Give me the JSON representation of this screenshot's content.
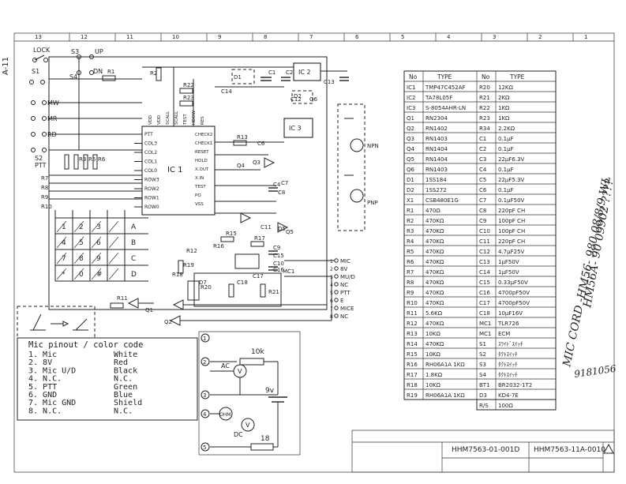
{
  "sheet": {
    "side_label": "A-11",
    "column_numbers": [
      "13",
      "12",
      "11",
      "10",
      "9",
      "8",
      "7",
      "6",
      "5",
      "4",
      "3",
      "2",
      "1"
    ],
    "drawing_numbers": [
      "HHM7563-01-001D",
      "HHM7563-11A-0010"
    ],
    "approval_note_1": "MIC CORD -HM56- 980 08/8/9 WL",
    "approval_note_2": "HM56A- 90 09902 ????",
    "stamp_number": "9181056",
    "warning_symbol": "triangle"
  },
  "schematic": {
    "switches": [
      "LOCK",
      "S3",
      "UP",
      "S4",
      "DN",
      "S1",
      "MW",
      "MR",
      "RD",
      "S2",
      "PTT"
    ],
    "resistors": [
      "R1",
      "R2",
      "R3",
      "R5",
      "R6",
      "R7",
      "R8",
      "R9",
      "R10",
      "R11",
      "R12",
      "R13",
      "R15",
      "R16",
      "R17",
      "R18",
      "R19",
      "R20",
      "R21",
      "R22",
      "R23"
    ],
    "capacitors": [
      "C1",
      "C2",
      "C4",
      "C6",
      "C7",
      "C8",
      "C9",
      "C10",
      "C11",
      "C12",
      "C13",
      "C14",
      "C15",
      "C16",
      "C17",
      "C18"
    ],
    "ics": [
      "IC 1",
      "IC 2",
      "IC 3"
    ],
    "transistors": [
      "Q1",
      "Q2",
      "Q3",
      "Q4",
      "Q5",
      "Q6"
    ],
    "diodes": [
      "D1",
      "D2",
      "D5",
      "D7"
    ],
    "mic_label": "MC1",
    "ic1_pins_left": [
      "PTT",
      "COL3",
      "COL2",
      "COL1",
      "COL0",
      "ROW3",
      "ROW2",
      "ROW1",
      "ROW0"
    ],
    "ic1_pins_top": [
      "VDD",
      "VDD",
      "SCALL",
      "SCALL",
      "TEST",
      "HDOW",
      "RES"
    ],
    "ic1_pins_right": [
      "CHECK2",
      "CHECK1",
      "RESET",
      "HOLD",
      "X.OUT",
      "X.IN",
      "TEST",
      "PO",
      "VSS"
    ],
    "keypad_keys": [
      "1",
      "2",
      "3",
      "A",
      "4",
      "5",
      "6",
      "B",
      "7",
      "8",
      "9",
      "C",
      "*",
      "0",
      "#",
      "D"
    ],
    "connector_pins": [
      "1",
      "2",
      "3",
      "4",
      "5",
      "6",
      "7",
      "8"
    ],
    "connector_labels": [
      "MIC",
      "8V",
      "MU/D",
      "NC",
      "PTT",
      "E",
      "MICE",
      "NC"
    ],
    "transistor_types": [
      "NPN",
      "PNP"
    ]
  },
  "pinout": {
    "title": "Mic pinout / color code",
    "rows": [
      {
        "pin": "1. Mic",
        "color": "White"
      },
      {
        "pin": "2. 8V",
        "color": "Red"
      },
      {
        "pin": "3. Mic U/D",
        "color": "Black"
      },
      {
        "pin": "4. N.C.",
        "color": "N.C."
      },
      {
        "pin": "5. PTT",
        "color": "Green"
      },
      {
        "pin": "6. GND",
        "color": "Blue"
      },
      {
        "pin": "7. Mic GND",
        "color": "Shield"
      },
      {
        "pin": "8. N.C.",
        "color": "N.C."
      }
    ]
  },
  "test_circuit": {
    "nodes": [
      "1",
      "2",
      "3",
      "4",
      "5"
    ],
    "resistor_1": "10k",
    "battery": "9v",
    "resistor_2": "18",
    "meters": [
      "AC",
      "V",
      "OHM",
      "DC",
      "V"
    ]
  },
  "parts_table": {
    "headers": [
      "No",
      "TYPE",
      "No",
      "TYPE"
    ],
    "rows": [
      [
        "IC1",
        "TMP47C452AF",
        "R20",
        "12KΩ"
      ],
      [
        "IC2",
        "TA78L05F",
        "R21",
        "2KΩ"
      ],
      [
        "IC3",
        "S-8054AHR-LN",
        "R22",
        "1KΩ"
      ],
      [
        "Q1",
        "RN2304",
        "R23",
        "1KΩ"
      ],
      [
        "Q2",
        "RN1402",
        "R34",
        "2.2KΩ"
      ],
      [
        "Q3",
        "RN1403",
        "C1",
        "0.1μF"
      ],
      [
        "Q4",
        "RN1404",
        "C2",
        "0.1μF"
      ],
      [
        "Q5",
        "RN1404",
        "C3",
        "22μF6.3V"
      ],
      [
        "Q6",
        "RN1403",
        "C4",
        "0.1μF"
      ],
      [
        "D1",
        "1SS184",
        "C5",
        "22μF5.3V"
      ],
      [
        "D2",
        "1SS272",
        "C6",
        "0.1μF"
      ],
      [
        "X1",
        "CSB480E1G",
        "C7",
        "0.1μF50V"
      ],
      [
        "R1",
        "470Ω",
        "C8",
        "220pF CH"
      ],
      [
        "R2",
        "470KΩ",
        "C9",
        "100pF CH"
      ],
      [
        "R3",
        "470KΩ",
        "C10",
        "100pF CH"
      ],
      [
        "R4",
        "470KΩ",
        "C11",
        "220pF CH"
      ],
      [
        "R5",
        "470KΩ",
        "C12",
        "4.7μF25V"
      ],
      [
        "R6",
        "470KΩ",
        "C13",
        "1μF50V"
      ],
      [
        "R7",
        "470KΩ",
        "C14",
        "1μF50V"
      ],
      [
        "R8",
        "470KΩ",
        "C15",
        "0.33μF50V"
      ],
      [
        "R9",
        "470KΩ",
        "C16",
        "4700pF50V"
      ],
      [
        "R10",
        "470KΩ",
        "C17",
        "4700pF50V"
      ],
      [
        "R11",
        "5.6KΩ",
        "C18",
        "10μF16V"
      ],
      [
        "R12",
        "470KΩ",
        "MC1",
        "TLR726"
      ],
      [
        "R13",
        "10KΩ",
        "MC1",
        "ECM"
      ],
      [
        "R14",
        "470KΩ",
        "S1",
        "ｽﾗｲﾄﾞｽｲｯﾁ"
      ],
      [
        "R15",
        "10KΩ",
        "S2",
        "ﾀｸﾄｽｲｯﾁ"
      ],
      [
        "R16",
        "RH06A1A 1KΩ",
        "S3",
        "ﾀｸﾄｽｲｯﾁ"
      ],
      [
        "R17",
        "1.8KΩ",
        "S4",
        "ﾀｸﾄｽｲｯﾁ"
      ],
      [
        "R18",
        "10KΩ",
        "BT1",
        "BR2032-1T2"
      ],
      [
        "R19",
        "RH06A1A 1KΩ",
        "D3",
        "KD4-7E"
      ]
    ],
    "footer": [
      "R/S",
      "100Ω"
    ]
  }
}
